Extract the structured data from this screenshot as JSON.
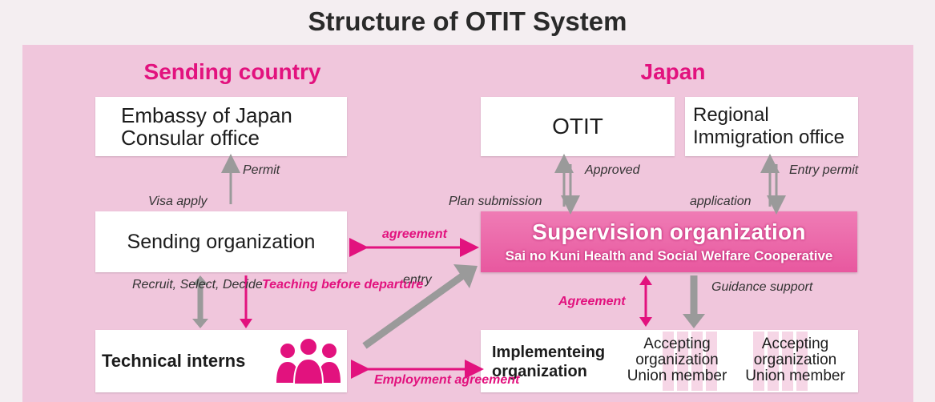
{
  "title": "Structure of OTIT System",
  "regions": {
    "left": "Sending country",
    "right": "Japan"
  },
  "boxes": {
    "embassy_line1": "Embassy of Japan",
    "embassy_line2": "Consular office",
    "otit": "OTIT",
    "immigration_line1": "Regional",
    "immigration_line2": "Immigration office",
    "sending_org": "Sending organization",
    "supervision_title": "Supervision organization",
    "supervision_sub": "Sai no Kuni Health and Social Welfare Cooperative",
    "interns": "Technical interns",
    "implementing_line1": "Implementeing",
    "implementing_line2": "organization",
    "accepting1": [
      "Accepting",
      "organization",
      "Union member"
    ],
    "accepting2": [
      "Accepting",
      "organization",
      "Union member"
    ]
  },
  "labels": {
    "permit": "Permit",
    "visa_apply": "Visa apply",
    "approved": "Approved",
    "plan_submission": "Plan submission",
    "entry_permit": "Entry permit",
    "application": "application",
    "agreement_top": "agreement",
    "entry": "entry",
    "recruit": [
      "Recruit,",
      "Select,",
      "Decide"
    ],
    "teaching": [
      "Teaching",
      "before",
      "departure"
    ],
    "agreement_mid": "Agreement",
    "guidance": "Guidance support",
    "employment": [
      "Employment",
      "agreement"
    ]
  },
  "colors": {
    "accent": "#e2127e",
    "panel": "#f0c6dc",
    "arrow_gray": "#9a9a9a"
  },
  "icons": {
    "interns": "people-group-icon"
  }
}
